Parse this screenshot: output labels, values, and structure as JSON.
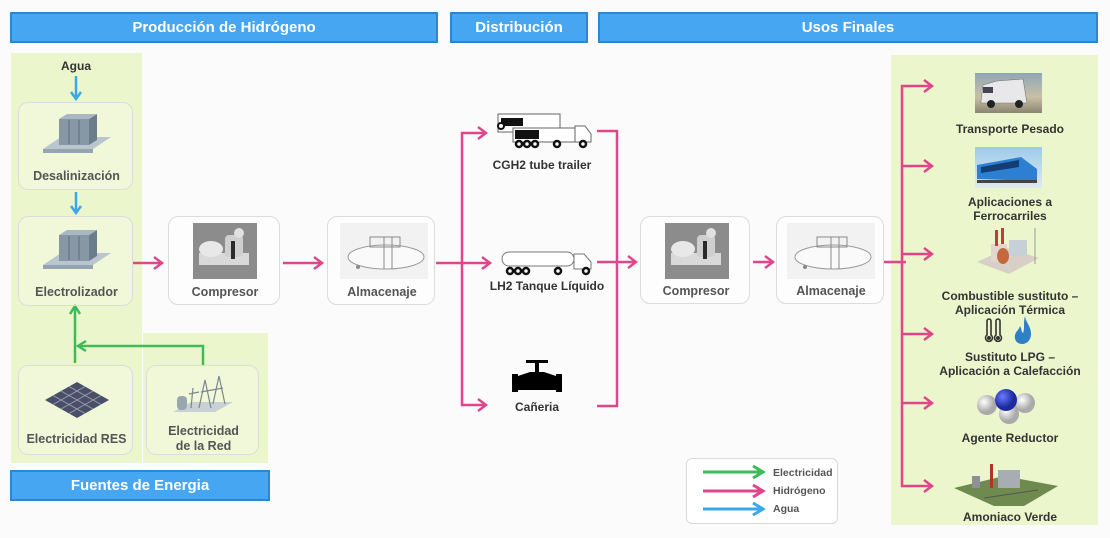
{
  "headers": {
    "produccion": "Producción de Hidrógeno",
    "distribucion": "Distribución",
    "usos": "Usos Finales",
    "fuentes": "Fuentes de Energia"
  },
  "produccion": {
    "agua_label": "Agua",
    "desalinizacion": "Desalinización",
    "electrolizador": "Electrolizador",
    "compresor": "Compresor",
    "almacenaje": "Almacenaje"
  },
  "fuentes": {
    "res": "Electricidad RES",
    "red_line1": "Electricidad",
    "red_line2": "de la Red"
  },
  "distribucion": {
    "cgh2": "CGH2 tube trailer",
    "lh2": "LH2 Tanque Líquido",
    "caneria": "Cañeria",
    "compresor": "Compresor",
    "almacenaje": "Almacenaje"
  },
  "usos": {
    "transporte": "Transporte Pesado",
    "ferro_line1": "Aplicaciones a",
    "ferro_line2": "Ferrocarriles",
    "combustible_line1": "Combustible sustituto –",
    "combustible_line2": "Aplicación Térmica",
    "lpg_line1": "Sustituto LPG –",
    "lpg_line2": "Aplicación a Calefacción",
    "agente": "Agente Reductor",
    "amoniaco": "Amoniaco Verde"
  },
  "legend": {
    "items": [
      {
        "label": "Electricidad",
        "color": "#3dbb5a"
      },
      {
        "label": "Hidrógeno",
        "color": "#e0468a"
      },
      {
        "label": "Agua",
        "color": "#3aa8ea"
      }
    ]
  },
  "colors": {
    "header_bg": "#46a6f2",
    "panel_bg": "#ecf6cc",
    "electricidad": "#3dbb5a",
    "hidrogeno": "#e0468a",
    "agua": "#3aa8ea"
  }
}
